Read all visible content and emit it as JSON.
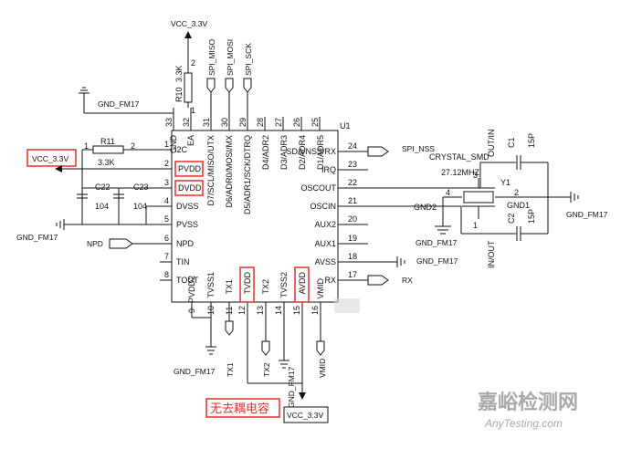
{
  "power": {
    "vcc_top": "VCC_3.3V",
    "vcc_left": "VCC_3.3V",
    "vcc_bottom": "VCC_3.3V"
  },
  "grounds": {
    "gnd_r_top": "GND_FM17",
    "gnd_left": "GND_FM17",
    "gnd_bottom": "GND_FM17",
    "gnd_avss": "GND_FM17",
    "gnd_crystal": "GND_FM17",
    "gnd_right": "GND_FM17",
    "gnd_tx_vert": "GND_FM17"
  },
  "ic": {
    "ref": "U1",
    "left_pins": [
      {
        "num": "1",
        "name": "I2C"
      },
      {
        "num": "2",
        "name": "PVDD"
      },
      {
        "num": "3",
        "name": "DVDD"
      },
      {
        "num": "4",
        "name": "DVSS"
      },
      {
        "num": "5",
        "name": "PVSS"
      },
      {
        "num": "6",
        "name": "NPD"
      },
      {
        "num": "7",
        "name": "TIN"
      },
      {
        "num": "8",
        "name": "TOUT"
      }
    ],
    "right_pins": [
      {
        "num": "24",
        "name": "SDA/NSS/RX"
      },
      {
        "num": "23",
        "name": "IRQ"
      },
      {
        "num": "22",
        "name": "OSCOUT"
      },
      {
        "num": "21",
        "name": "OSCIN"
      },
      {
        "num": "20",
        "name": "AUX2"
      },
      {
        "num": "19",
        "name": "AUX1"
      },
      {
        "num": "18",
        "name": "AVSS"
      },
      {
        "num": "17",
        "name": "RX"
      }
    ],
    "top_pins": [
      {
        "num": "33",
        "name": "GND"
      },
      {
        "num": "32",
        "name": "EA"
      },
      {
        "num": "31",
        "name": "D7/SCL/MISO/UTX"
      },
      {
        "num": "30",
        "name": "D6/ADR0/MOSI/MX"
      },
      {
        "num": "29",
        "name": "D5/ADR1/SCK/DTRQ"
      },
      {
        "num": "28",
        "name": "D4/ADR2"
      },
      {
        "num": "27",
        "name": "D3/ADR3"
      },
      {
        "num": "26",
        "name": "D2/ADR4"
      },
      {
        "num": "25",
        "name": "D1/ADR5"
      }
    ],
    "bottom_pins": [
      {
        "num": "9",
        "name": "PVDD2"
      },
      {
        "num": "10",
        "name": "TVSS1"
      },
      {
        "num": "11",
        "name": "TX1"
      },
      {
        "num": "12",
        "name": "TVDD"
      },
      {
        "num": "13",
        "name": "TX2"
      },
      {
        "num": "14",
        "name": "TVSS2"
      },
      {
        "num": "15",
        "name": "AVDD"
      },
      {
        "num": "16",
        "name": "VMID"
      }
    ]
  },
  "signals": {
    "spi_miso": "SPI_MISO",
    "spi_mosi": "SPI_MOSI",
    "spi_sck": "SPI_SCK",
    "spi_nss": "SPI_NSS",
    "npd": "NPD",
    "rx": "RX",
    "tx1": "TX1",
    "tx2": "TX2",
    "vmid": "VMID"
  },
  "components": {
    "r10_ref": "R10",
    "r10_val": "3.3K",
    "r10_pin_top": "2",
    "r10_pin_bot": "1",
    "r11_ref": "R11",
    "r11_val": "3.3K",
    "r11_pin1": "1",
    "r11_pin2": "2",
    "c22_ref": "C22",
    "c22_val": "104",
    "c23_ref": "C23",
    "c23_val": "104",
    "c1_ref": "C1",
    "c1_val": "15P",
    "c2_ref": "C2",
    "c2_val": "15P",
    "y1_ref": "Y1",
    "y1_type": "CRYSTAL_SMD",
    "y1_freq": "27.12MHZ",
    "y1_gnd1": "GND1",
    "y1_gnd2": "GND2",
    "y1_outin": "OUT/IN",
    "y1_inout": "IN/OUT",
    "y1_p1": "1",
    "y1_p2": "2",
    "y1_p3": "3",
    "y1_p4": "4"
  },
  "annotation": {
    "no_decoupling": "无去耦电容"
  },
  "watermark": {
    "cn": "嘉峪检测网",
    "en": "AnyTesting.com"
  },
  "colors": {
    "highlight": "#e0302a",
    "line": "#111111",
    "watermark": "#a9a9a9"
  }
}
